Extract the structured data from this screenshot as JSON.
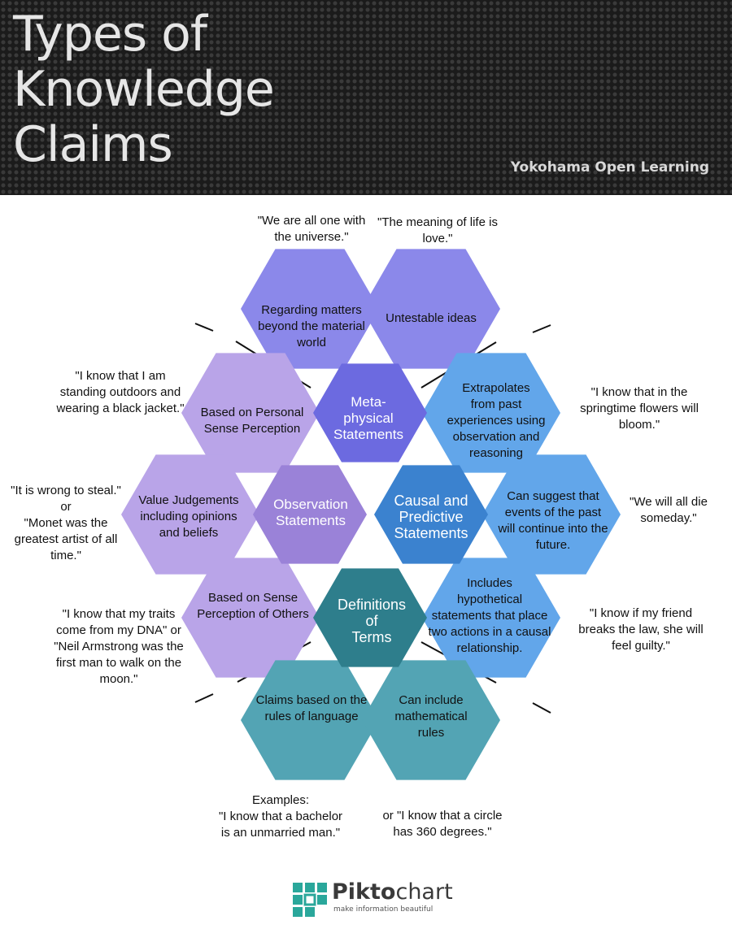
{
  "header": {
    "title_lines": [
      "Types of",
      "Knowledge",
      "Claims"
    ],
    "brand": "Yokohama Open Learning"
  },
  "colors": {
    "metaphysical": "#8b88ea",
    "metaphysical_center": "#6c6ae0",
    "observation": "#b9a4e8",
    "observation_center": "#9a82d8",
    "causal": "#62a6ea",
    "causal_center": "#3b82cf",
    "definitions": "#53a4b4",
    "definitions_center": "#2e7e8c"
  },
  "center_hexes": {
    "metaphysical": [
      "Meta-",
      "physical",
      "Statements"
    ],
    "observation": [
      "Observation",
      "Statements"
    ],
    "causal": [
      "Causal and",
      "Predictive",
      "Statements"
    ],
    "definitions": [
      "Definitions",
      "of",
      "Terms"
    ]
  },
  "outer_hexes": {
    "meta_left": [
      "Regarding matters",
      "beyond the material",
      "world"
    ],
    "meta_right": [
      "Untestable ideas"
    ],
    "obs_top": [
      "Based on Personal",
      "Sense Perception"
    ],
    "obs_mid": [
      "Value Judgements",
      "including opinions",
      "and beliefs"
    ],
    "obs_bottom": [
      "Based on Sense",
      "Perception of Others"
    ],
    "causal_top": [
      "Extrapolates",
      "from past",
      "experiences using",
      "observation and",
      "reasoning"
    ],
    "causal_mid": [
      "Can suggest that",
      "events of the past",
      "will continue into the",
      "future."
    ],
    "causal_bottom": [
      "Includes",
      "hypothetical",
      "statements that place",
      "two actions in a causal",
      "relationship."
    ],
    "def_left": [
      "Claims based on the",
      "rules of language"
    ],
    "def_right": [
      "Can include",
      "mathematical",
      "rules"
    ]
  },
  "quotes": {
    "meta_1": [
      "\"We are all one with",
      "the universe.\""
    ],
    "meta_2": [
      "\"The meaning of life is",
      "love.\""
    ],
    "obs_1": [
      "\"I know that I am",
      "standing outdoors and",
      "wearing a black jacket.\""
    ],
    "obs_2": [
      "\"It is wrong to steal.\"",
      "or",
      "\"Monet was the",
      "greatest artist of all",
      "time.\""
    ],
    "obs_3": [
      "\"I know that my traits",
      "come from my DNA\" or",
      "\"Neil Armstrong was the",
      "first man to walk on the",
      "moon.\""
    ],
    "causal_1": [
      "\"I know that in the",
      "springtime flowers will",
      "bloom.\""
    ],
    "causal_2": [
      "\"We will all die",
      "someday.\""
    ],
    "causal_3": [
      "\"I know if my friend",
      "breaks the law, she will",
      "feel guilty.\""
    ],
    "def_1": [
      "Examples:",
      "\"I know that a bachelor",
      "is an unmarried man.\""
    ],
    "def_2": [
      "or \"I know that a circle",
      "has 360 degrees.\""
    ]
  },
  "footer": {
    "logo_name_a": "Pikto",
    "logo_name_b": "chart",
    "logo_tag": "make information beautiful"
  }
}
